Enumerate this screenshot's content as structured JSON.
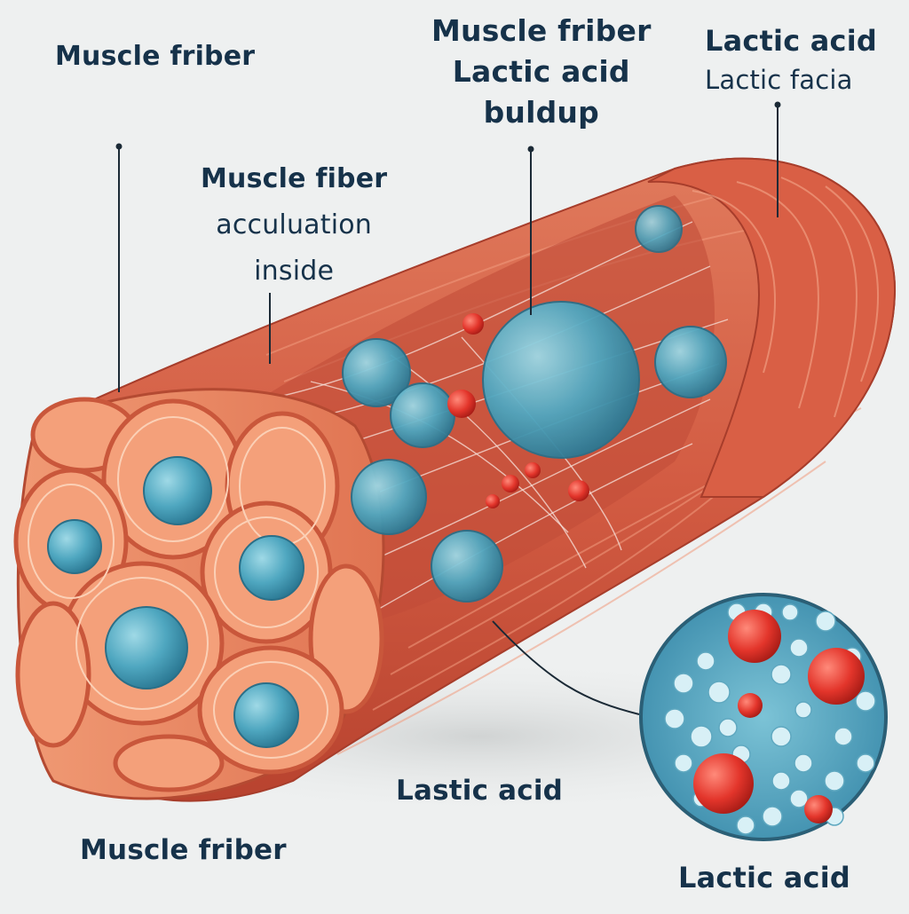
{
  "labels": {
    "top_left": "Muscle friber",
    "top_center": [
      "Muscle friber",
      "Lactic acid",
      "buldup"
    ],
    "top_right": [
      "Lactic acid",
      "Lactic facia"
    ],
    "middle": [
      "Muscle fiber",
      "acculuation",
      "inside"
    ],
    "bottom_center": "Lastic acid",
    "bottom_left": "Muscle friber",
    "bottom_right": "Lactic acid"
  },
  "colors": {
    "background": "#eef0f0",
    "muscle": "#d9644a",
    "muscle_dark": "#b94632",
    "fiber_bundle": "#e8865f",
    "droplet": "#5fb3c9",
    "lactic_red": "#e3352b",
    "label_text": "#16324a"
  }
}
